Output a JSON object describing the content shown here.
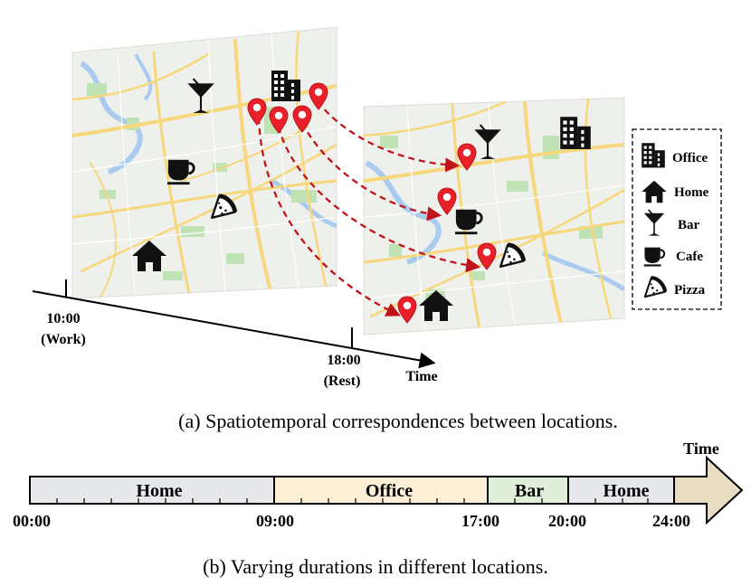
{
  "part_a": {
    "caption": "(a) Spatiotemporal correspondences between locations.",
    "time_axis": {
      "label": "Time",
      "tick1_time": "10:00",
      "tick1_note": "(Work)",
      "tick2_time": "18:00",
      "tick2_note": "(Rest)"
    },
    "map_icons": [
      "bar-icon",
      "office-icon",
      "cafe-icon",
      "pizza-icon",
      "home-icon"
    ],
    "legend": [
      {
        "icon": "office-icon",
        "label": "Office"
      },
      {
        "icon": "home-icon",
        "label": "Home"
      },
      {
        "icon": "bar-icon",
        "label": "Bar"
      },
      {
        "icon": "cafe-icon",
        "label": "Cafe"
      },
      {
        "icon": "pizza-icon",
        "label": "Pizza"
      }
    ],
    "colors": {
      "pin": "#e8202a",
      "arrow": "#c0141c",
      "map_base": "#eef0ec",
      "road": "#f6d77b",
      "park": "#bfe3b4",
      "water": "#aacbef"
    }
  },
  "part_b": {
    "caption": "(b) Varying durations in different locations.",
    "axis_label": "Time",
    "segments": [
      {
        "label": "Home",
        "start": "00:00",
        "end": "09:00",
        "color": "#e7e8ec"
      },
      {
        "label": "Office",
        "start": "09:00",
        "end": "17:00",
        "color": "#fcefd6"
      },
      {
        "label": "Bar",
        "start": "17:00",
        "end": "20:00",
        "color": "#e1eed9"
      },
      {
        "label": "Home",
        "start": "20:00",
        "end": "24:00",
        "color": "#e7e8ec"
      }
    ],
    "tick_labels": [
      "00:00",
      "09:00",
      "17:00",
      "20:00",
      "24:00"
    ],
    "arrow_color": "#e8dcc3"
  }
}
